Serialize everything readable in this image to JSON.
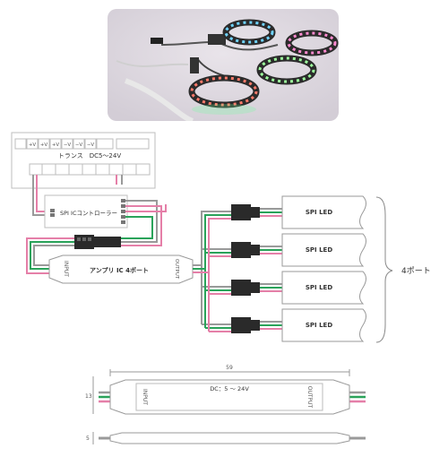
{
  "product_photo": {
    "description": "RGB LED strip coils connected to SPI controller and 4-port amplifier"
  },
  "power_supply": {
    "terminals": [
      "",
      "+V",
      "+V",
      "+V",
      "−V",
      "−V",
      "−V",
      "",
      ""
    ],
    "label": "トランス　DC5～24V"
  },
  "spi_controller": {
    "label": "SPI ICコントローラー"
  },
  "amplifier": {
    "label": "アンプリ IC 4ポート",
    "input_label": "INPUT",
    "output_label": "OUTPUT"
  },
  "led_outputs": {
    "labels": [
      "SPI LED",
      "SPI LED",
      "SPI LED",
      "SPI LED"
    ]
  },
  "port_count_label": "4ポート",
  "dimensions": {
    "length": "59",
    "height": "13",
    "thickness": "5",
    "spec_label": "DC：5 ～ 24V",
    "input_label": "INPUT",
    "output_label": "OUTPUT"
  },
  "colors": {
    "wire_green": "#2aa35a",
    "wire_pink": "#e57fa8",
    "wire_gray": "#9a9a9a",
    "outline": "#9a9a9a"
  }
}
